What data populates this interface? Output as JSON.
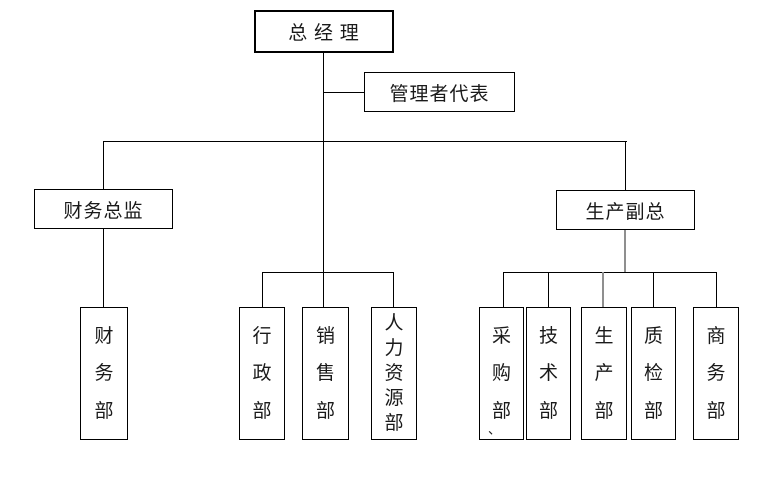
{
  "nodes": {
    "general_manager": "总 经 理",
    "management_rep": "管理者代表",
    "finance_director": "财务总监",
    "production_vp": "生产副总"
  },
  "departments": [
    {
      "label": "财务部"
    },
    {
      "label": "行政部"
    },
    {
      "label": "销售部"
    },
    {
      "label": "人力资源部"
    },
    {
      "label": "采购部",
      "note": "、"
    },
    {
      "label": "技术部"
    },
    {
      "label": "生产部"
    },
    {
      "label": "质检部"
    },
    {
      "label": "商务部"
    }
  ],
  "colors": {
    "line_black": "#000000",
    "line_gray": "#8f8f8f",
    "box_border": "#000000",
    "background": "#ffffff",
    "text": "#1a1a1a"
  }
}
